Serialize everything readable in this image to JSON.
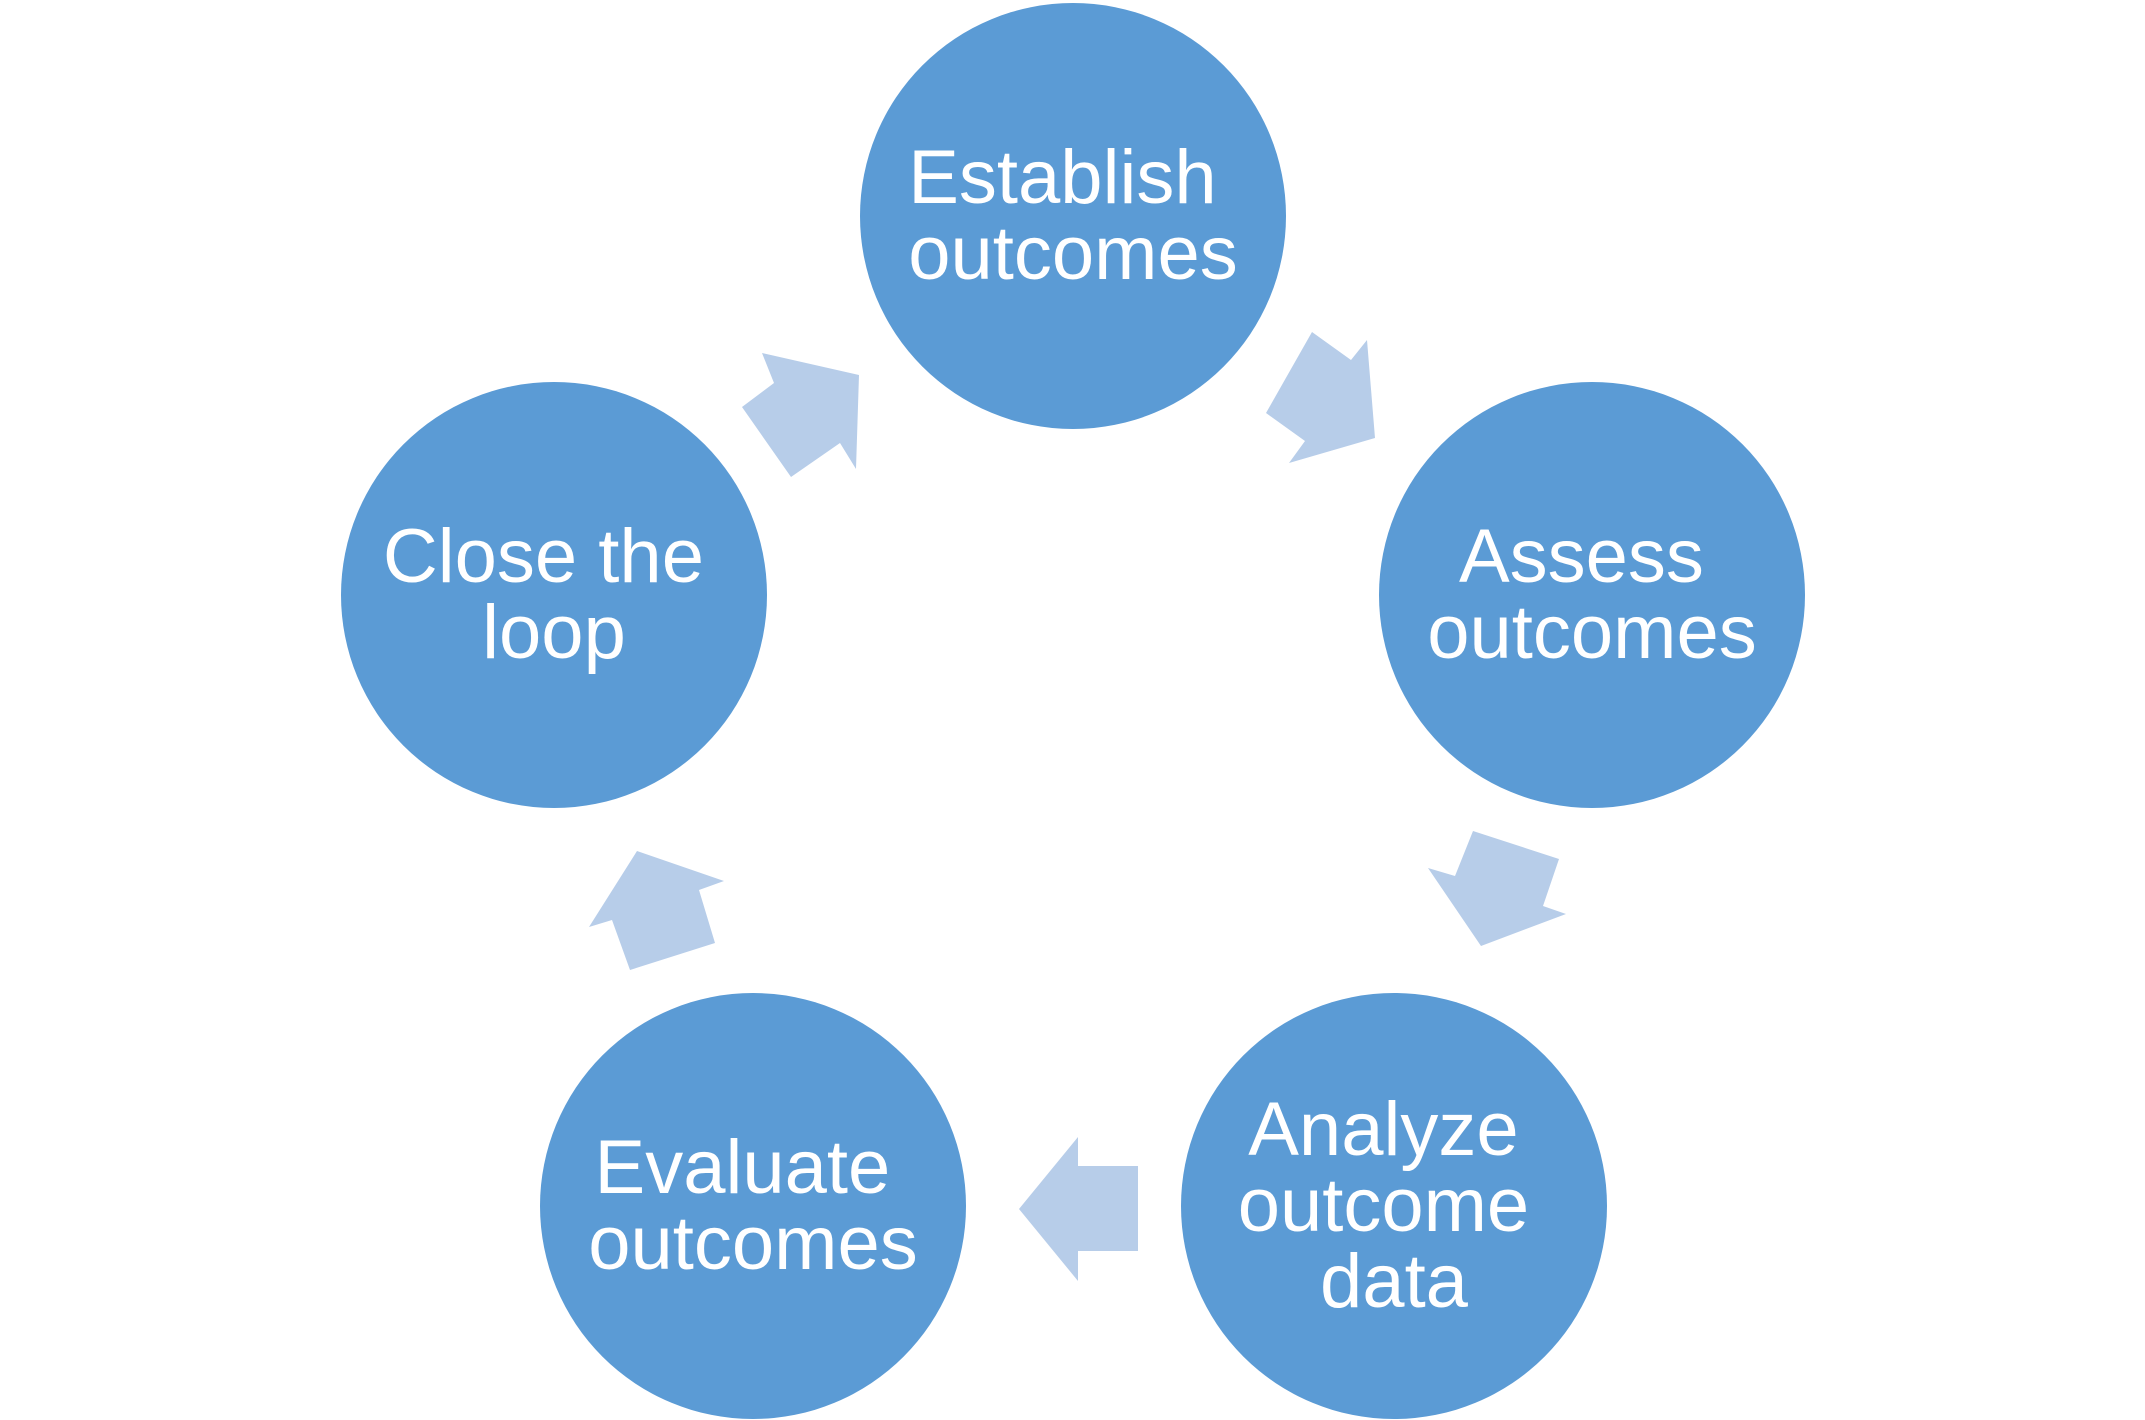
{
  "diagram": {
    "type": "cycle",
    "colors": {
      "node_fill": "#5B9BD5",
      "arrow_fill": "#B7CDE9",
      "label_color": "#FFFFFF",
      "background": "#FFFFFF"
    },
    "nodes": [
      {
        "id": "establish",
        "lines": [
          "Establish",
          "outcomes"
        ]
      },
      {
        "id": "assess",
        "lines": [
          "Assess",
          "outcomes"
        ]
      },
      {
        "id": "analyze",
        "lines": [
          "Analyze",
          "outcome",
          "data"
        ]
      },
      {
        "id": "evaluate",
        "lines": [
          "Evaluate",
          "outcomes"
        ]
      },
      {
        "id": "close",
        "lines": [
          "Close the",
          "loop"
        ]
      }
    ],
    "edges": [
      {
        "from": "establish",
        "to": "assess"
      },
      {
        "from": "assess",
        "to": "analyze"
      },
      {
        "from": "analyze",
        "to": "evaluate"
      },
      {
        "from": "evaluate",
        "to": "close"
      },
      {
        "from": "close",
        "to": "establish"
      }
    ]
  }
}
